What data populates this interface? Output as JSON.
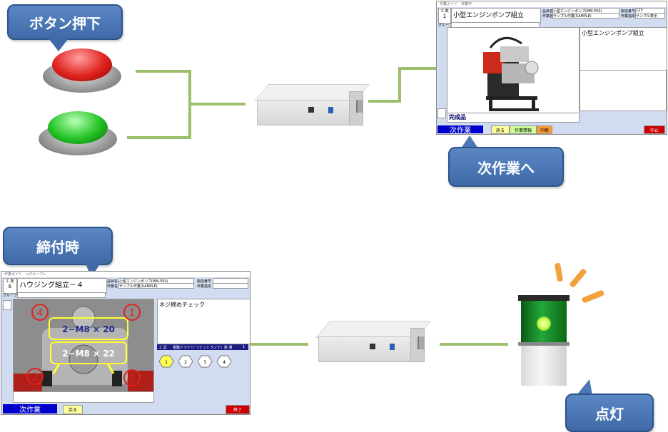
{
  "callouts": {
    "button_press": "ボタン押下",
    "next_work": "次作業へ",
    "tightening": "締付時",
    "lighting": "点灯"
  },
  "screen1": {
    "header": "作業ガイド　作業中",
    "process_label": "工 数",
    "process_number": "1",
    "group_label": "グループ",
    "title": "小型エンジンポンプ組立",
    "product_name_label": "品目名",
    "product_name_value": "小型エンジンポンプ(MM-PSS)",
    "work_name_label": "作業名",
    "work_name_value": "サンプル作業(SAMPLE)",
    "order_label": "製造番号",
    "order_value": "123",
    "designation_label": "作業指定",
    "designation_value": "サンプル表示",
    "description": "小型エンジンポンプ組立",
    "caption": "完成品",
    "next_label": "次作業",
    "back_label": "戻る",
    "info_label": "作業情報",
    "pause_label": "中断",
    "stop_label": "中止",
    "colors": {
      "next": "#0000cc",
      "back": "#ffff99",
      "info": "#ccff99",
      "pause": "#ff9933",
      "stop": "#cc0000"
    }
  },
  "screen2": {
    "header": "作業ガイド　<グループ>",
    "process_label": "工 数",
    "process_number": "6",
    "group_label": "グループ",
    "title": "ハウジング組立－４",
    "product_name_label": "品目名",
    "product_name_value": "小型エンジンポンプ(MM-PSS)",
    "work_name_label": "作業名",
    "work_name_value": "サンプル作業(SAMPLE)",
    "order_label": "製造番号",
    "designation_label": "作業指定",
    "description": "ネジ締めチェック",
    "tool_label": "工 具",
    "tool_value": "電動ドライバー(ナットランナ)",
    "count_label": "数 量",
    "count_value": "1",
    "steps": [
      "1",
      "2",
      "3",
      "4"
    ],
    "bolt_top": "2−M8 × 20",
    "bolt_bottom": "2−M8 × 22",
    "marks": [
      "1",
      "2",
      "3",
      "4"
    ],
    "next_label": "次作業",
    "back_label": "戻る",
    "end_label": "終了"
  }
}
